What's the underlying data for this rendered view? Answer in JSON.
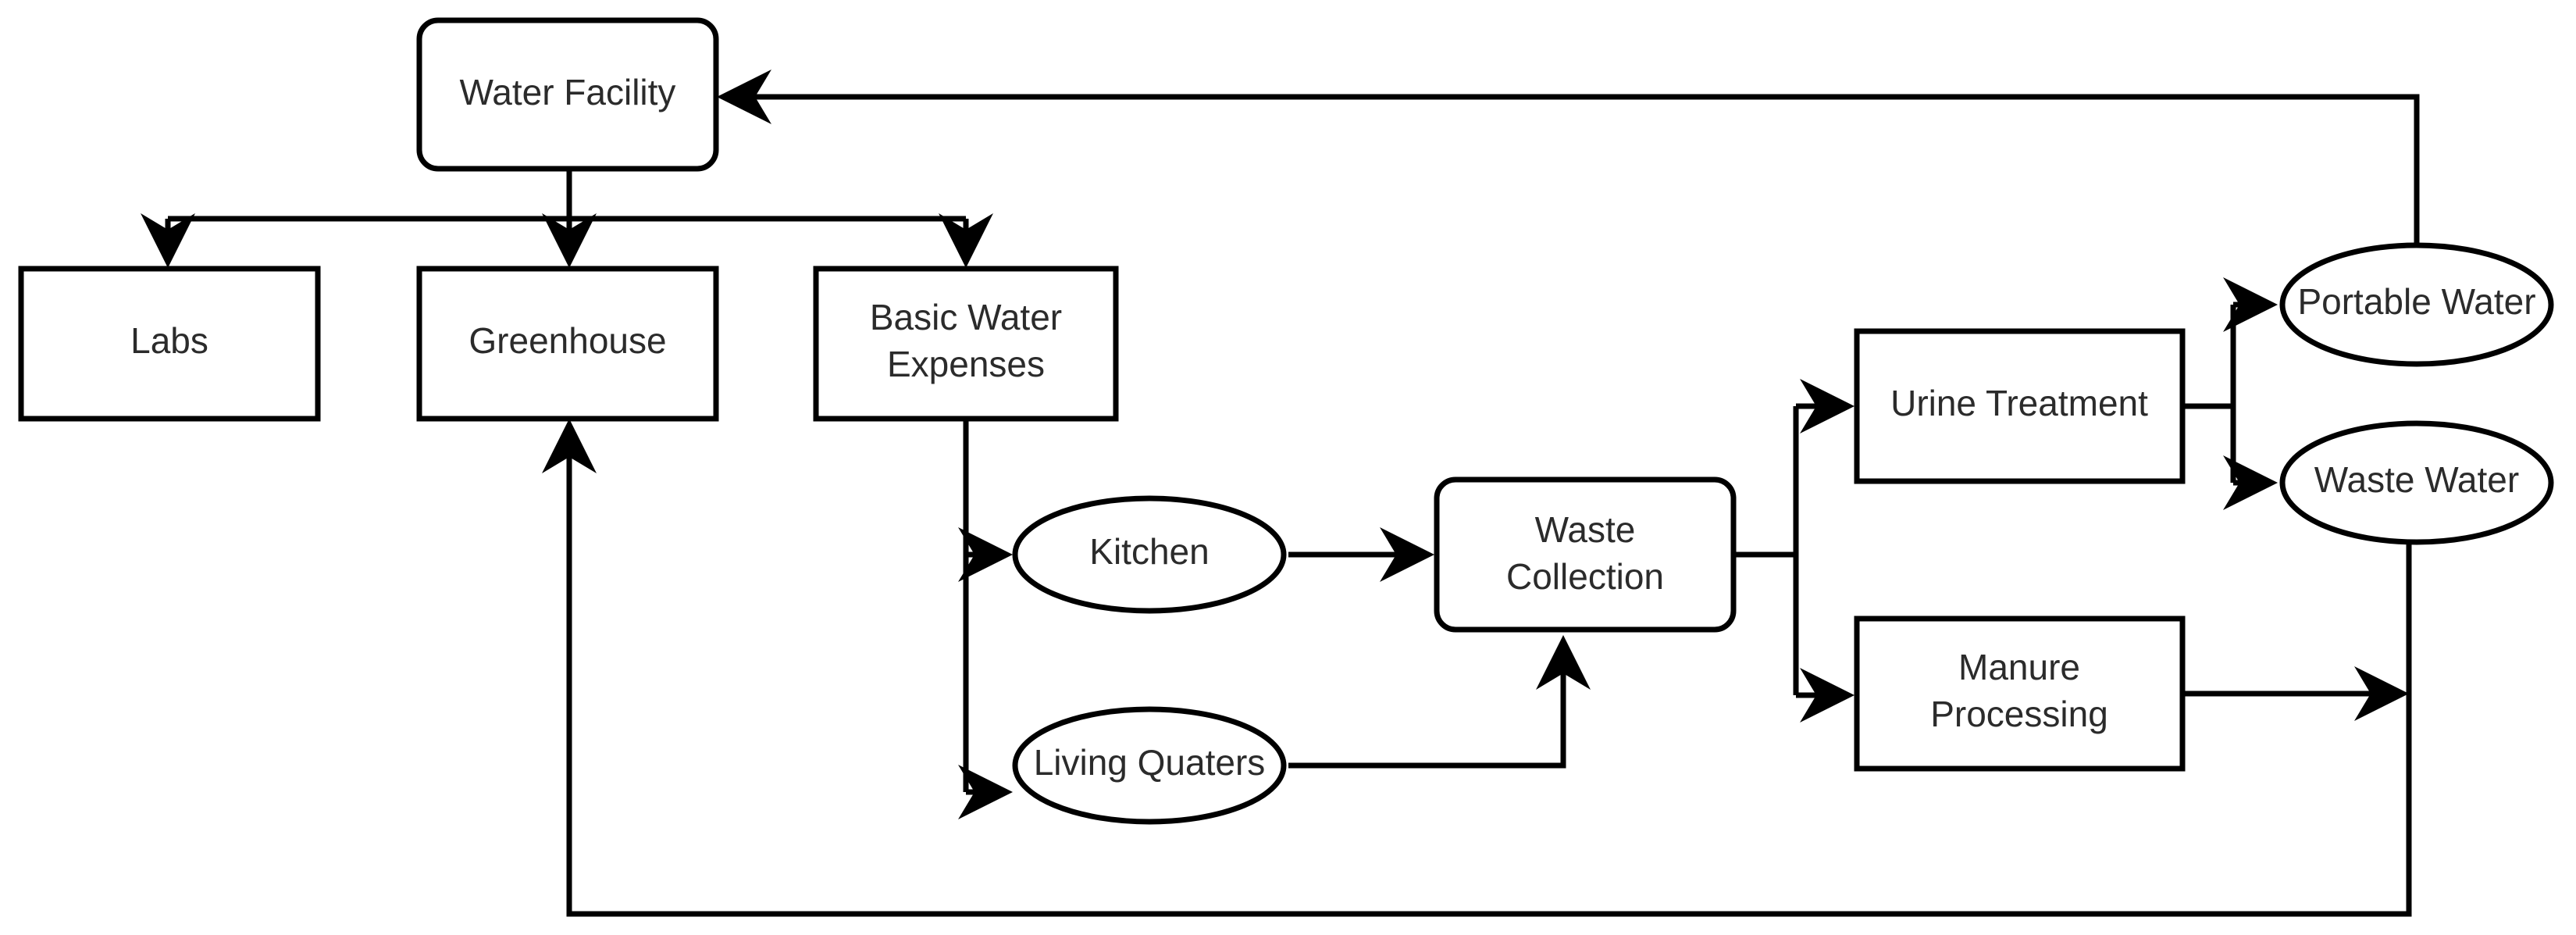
{
  "nodes": {
    "water_facility": "Water Facility",
    "labs": "Labs",
    "greenhouse": "Greenhouse",
    "basic_water_expenses": [
      "Basic Water",
      "Expenses"
    ],
    "kitchen": "Kitchen",
    "living_quaters": "Living Quaters",
    "waste_collection": [
      "Waste",
      "Collection"
    ],
    "urine_treatment": "Urine Treatment",
    "manure_processing": [
      "Manure",
      "Processing"
    ],
    "portable_water": "Portable Water",
    "waste_water": "Waste Water"
  },
  "colors": {
    "stroke": "#000000",
    "fill": "#ffffff",
    "text": "#2b2b2b"
  }
}
